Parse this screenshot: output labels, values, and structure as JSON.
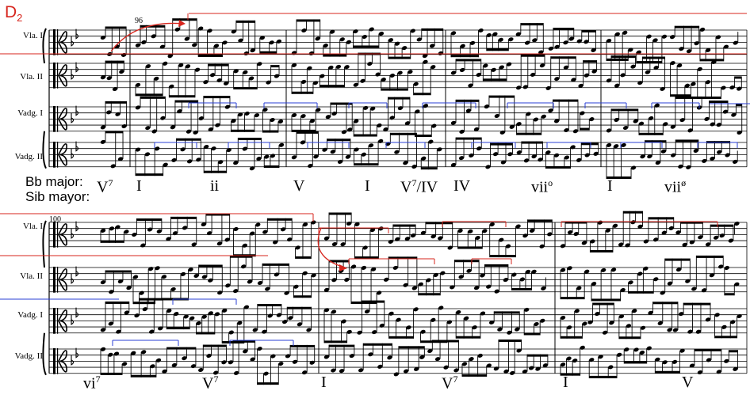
{
  "section_label": {
    "letter": "D",
    "sub": "2"
  },
  "key_labels": [
    "Bb major:",
    "Sib mayor:"
  ],
  "instruments": [
    "Vla. I",
    "Vla. II",
    "Vadg. I",
    "Vadg. II"
  ],
  "measure_numbers": [
    "96",
    "100"
  ],
  "system1_chords": [
    {
      "base": "V",
      "sup": "7"
    },
    {
      "base": "I",
      "sup": ""
    },
    {
      "base": "ii",
      "sup": ""
    },
    {
      "base": "V",
      "sup": ""
    },
    {
      "base": "I",
      "sup": ""
    },
    {
      "base": "V",
      "sup": "7",
      "suffix": "/IV"
    },
    {
      "base": "IV",
      "sup": ""
    },
    {
      "base": "vii",
      "sup": "o"
    },
    {
      "base": "I",
      "sup": ""
    },
    {
      "base": "vii",
      "sup": "ø"
    }
  ],
  "system2_chords": [
    {
      "base": "vi",
      "sup": "7"
    },
    {
      "base": "V",
      "sup": "7"
    },
    {
      "base": "I",
      "sup": ""
    },
    {
      "base": "V",
      "sup": "7"
    },
    {
      "base": "I",
      "sup": ""
    },
    {
      "base": "V",
      "sup": ""
    }
  ],
  "colors": {
    "ink": "#000000",
    "annotation_red": "#d7261e",
    "annotation_blue": "#2a3fd6"
  },
  "clef": "alto-clef-icon",
  "key_signature": "two-flats"
}
